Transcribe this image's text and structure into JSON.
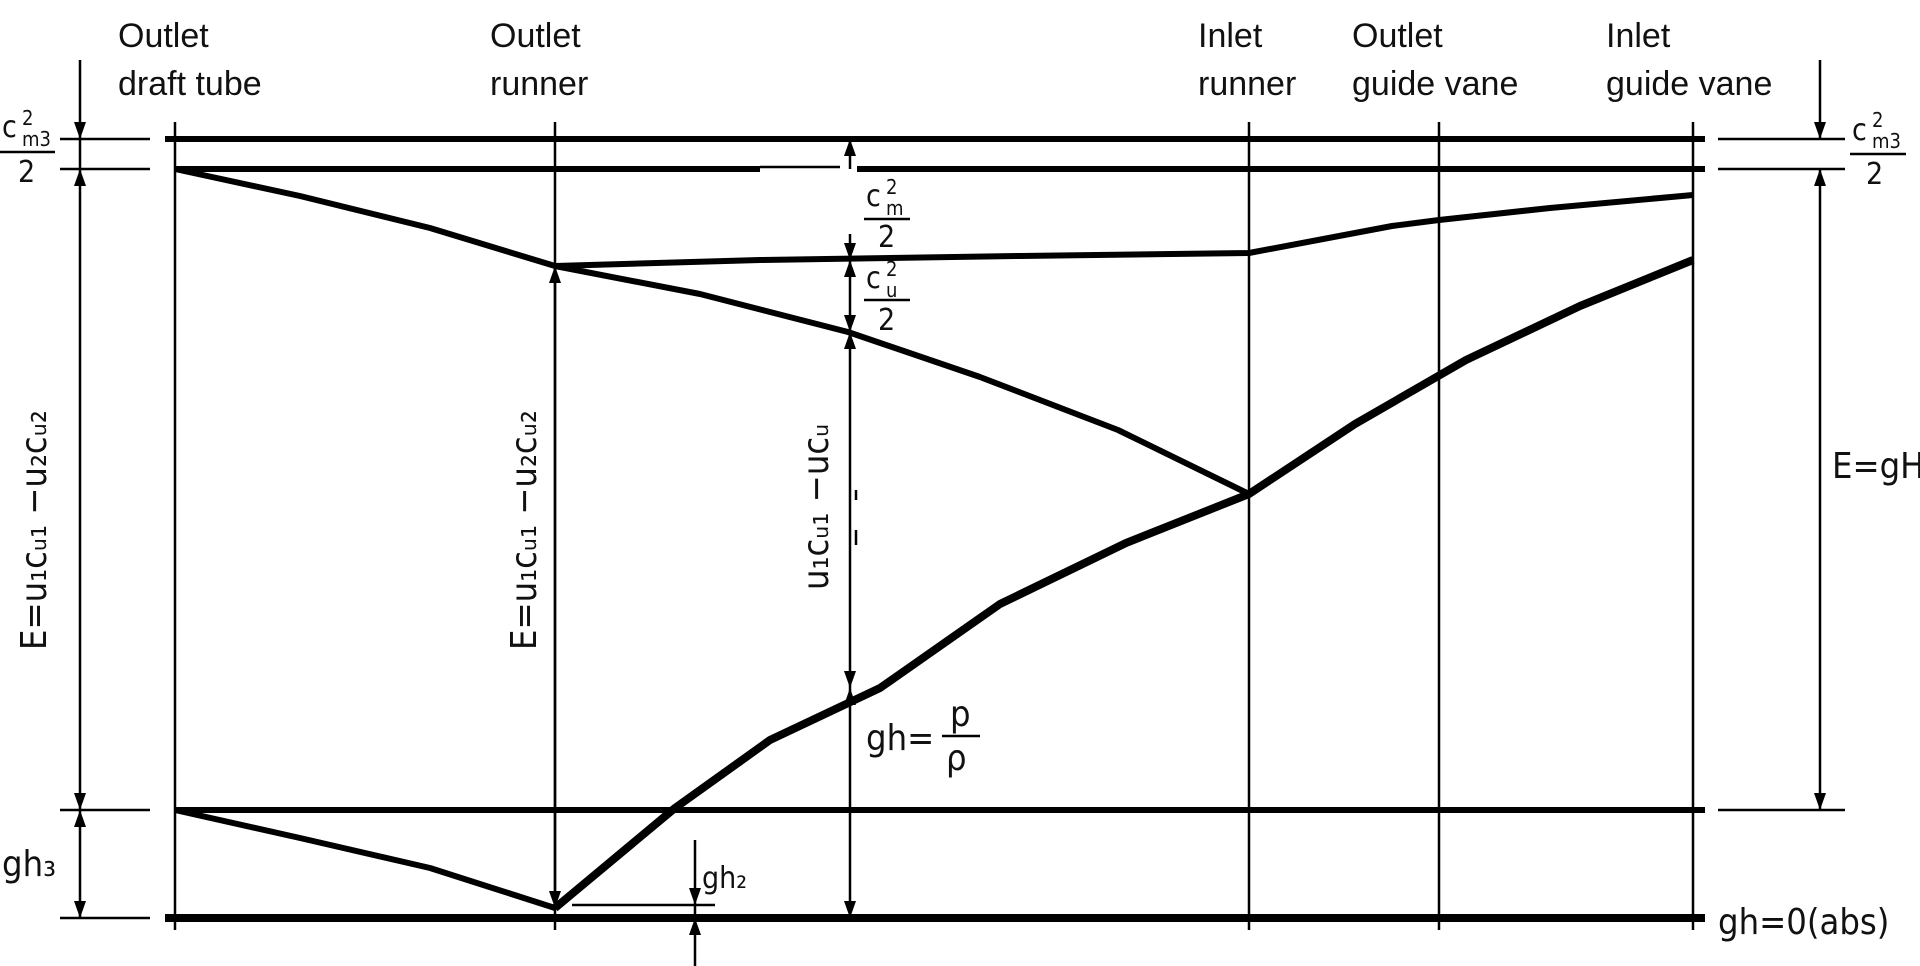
{
  "columns": [
    {
      "line1": "Outlet",
      "line2": "draft tube"
    },
    {
      "line1": "Outlet",
      "line2": "runner"
    },
    {
      "line1": "Inlet",
      "line2": "runner"
    },
    {
      "line1": "Outlet",
      "line2": "guide vane"
    },
    {
      "line1": "Inlet",
      "line2": "guide vane"
    }
  ],
  "labels": {
    "cm3_num_left": "c",
    "cm3_sup": "2",
    "cm3_sub": "m3",
    "cm3_den": "2",
    "cm_num": "c",
    "cm_sup": "2",
    "cm_sub": "m",
    "cm_den": "2",
    "cu_num": "c",
    "cu_sup": "2",
    "cu_sub": "u",
    "cu_den": "2",
    "e_left": "E=u₁cᵤ₁ −u₂cᵤ₂",
    "e_runner": "E=u₁cᵤ₁ −u₂cᵤ₂",
    "e_middle": "u₁cᵤ₁ −ucᵤ",
    "e_right": "E=gH",
    "gh_p": "gh=",
    "p_num": "p",
    "p_den": "ρ",
    "gh3": "gh₃",
    "gh2": "gh₂",
    "gh0": "gh=0(abs)"
  }
}
